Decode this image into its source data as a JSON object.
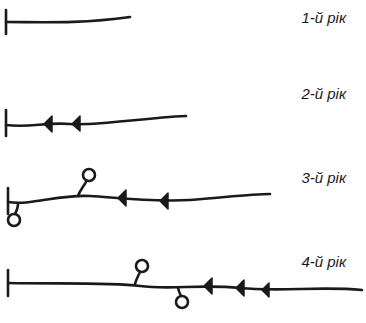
{
  "diagram": {
    "labels": [
      "1-й рік",
      "2-й рік",
      "3-й рік",
      "4-й рік"
    ]
  }
}
